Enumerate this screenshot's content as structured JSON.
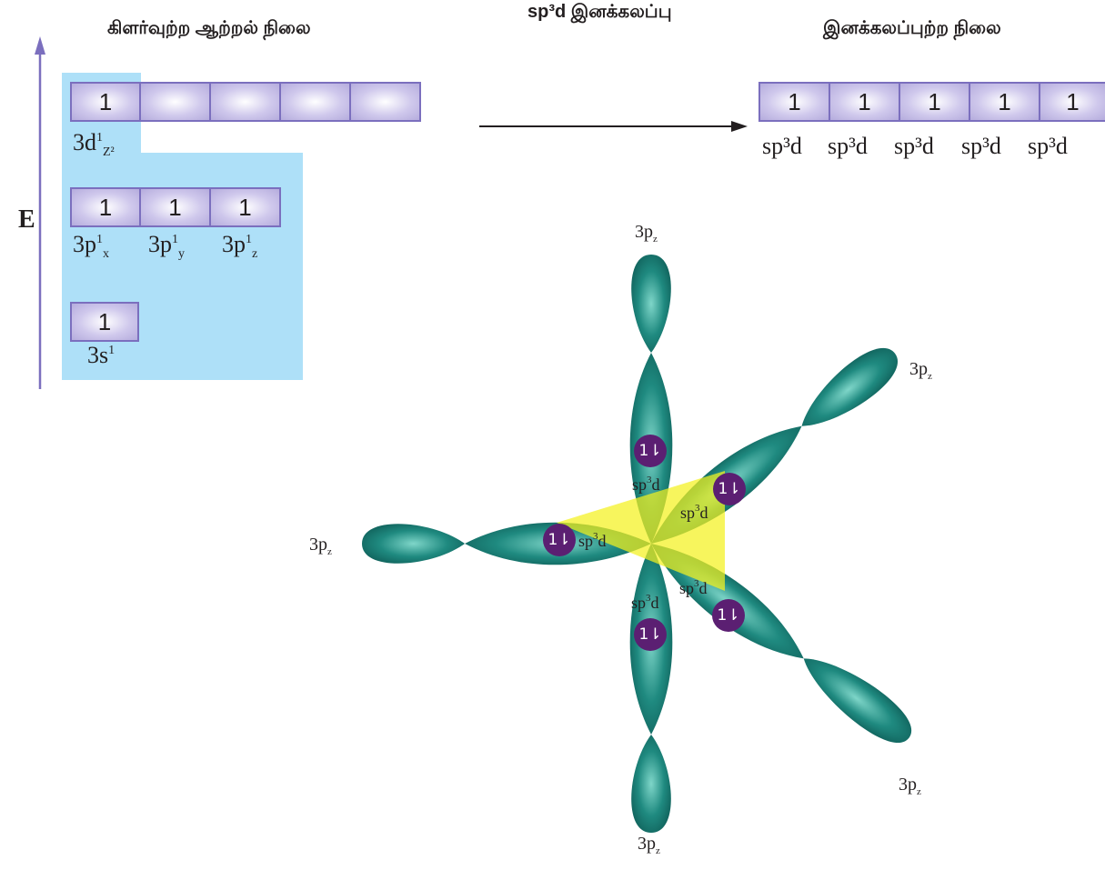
{
  "headings": {
    "excited_state": "கிளர்வுற்ற ஆற்றல் நிலை",
    "hybridisation": "sp³d இனக்கலப்பு",
    "hybridised_state": "இனக்கலப்புற்ற நிலை"
  },
  "energy_axis_label": "E",
  "excited": {
    "d_row": [
      "1",
      "",
      "",
      "",
      ""
    ],
    "d_label": {
      "main": "3d",
      "sup": "1",
      "sub": "Z²"
    },
    "p_row": [
      "1",
      "1",
      "1"
    ],
    "p_labels": [
      {
        "main": "3p",
        "sup": "1",
        "sub": "x"
      },
      {
        "main": "3p",
        "sup": "1",
        "sub": "y"
      },
      {
        "main": "3p",
        "sup": "1",
        "sub": "z"
      }
    ],
    "s_row": [
      "1"
    ],
    "s_label": {
      "main": "3s",
      "sup": "1"
    }
  },
  "hybrid": {
    "row": [
      "1",
      "1",
      "1",
      "1",
      "1"
    ],
    "labels": [
      "sp³d",
      "sp³d",
      "sp³d",
      "sp³d",
      "sp³d"
    ]
  },
  "molecule": {
    "outer_lobe_label": {
      "main": "3p",
      "sub": "z"
    },
    "inner_lobe_label": {
      "main": "sp",
      "sup": "3",
      "tail": "d"
    },
    "electron_pair": "1⇂"
  },
  "colors": {
    "box_border": "#7b6fbe",
    "box_fill": "#c9c1ea",
    "excited_bg": "#aee0f8",
    "lobe": "#1a7a72",
    "triangle": "#f4f11f",
    "electron": "#5b1f72",
    "arrow": "#7b6fbe"
  }
}
